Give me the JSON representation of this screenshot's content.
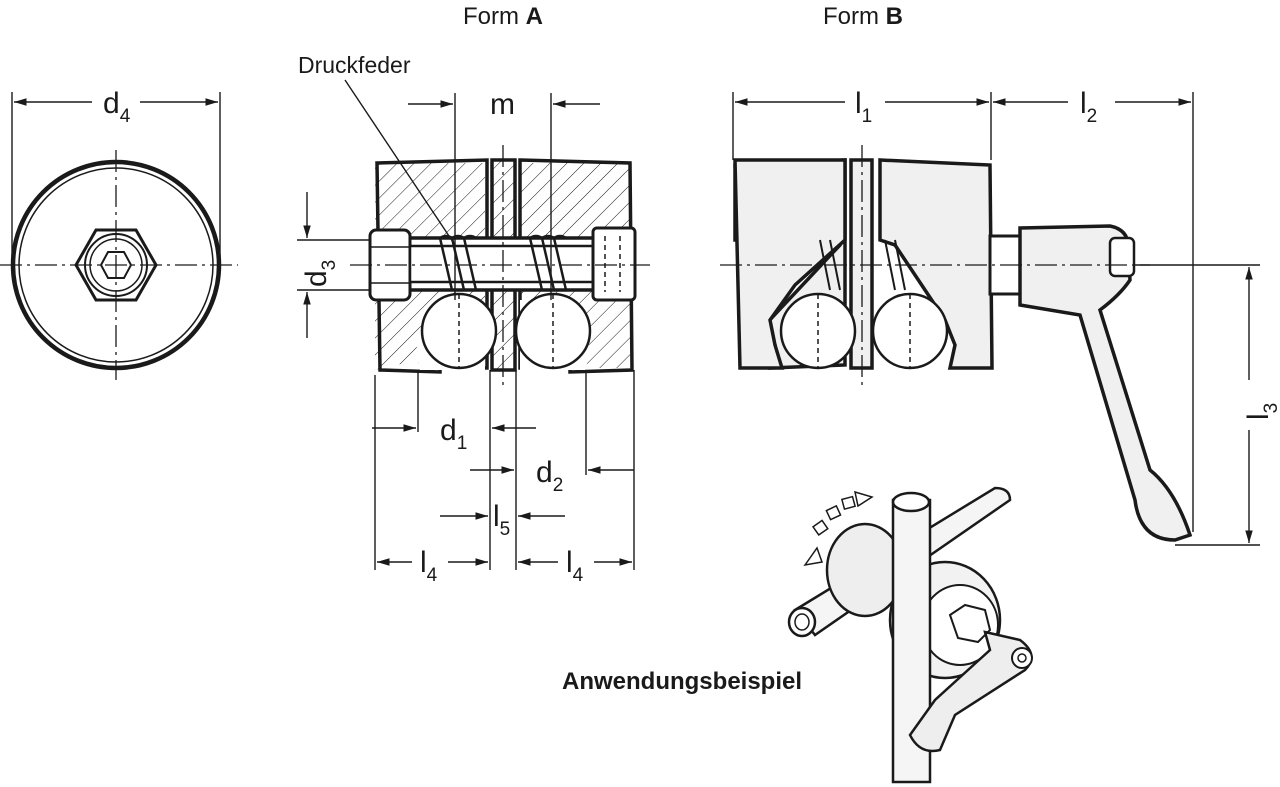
{
  "headings": {
    "form_a_prefix": "Form ",
    "form_a_letter": "A",
    "form_b_prefix": "Form ",
    "form_b_letter": "B"
  },
  "callouts": {
    "spring": "Druckfeder",
    "application": "Anwendungsbeispiel"
  },
  "dimensions": {
    "d4": {
      "main": "d",
      "sub": "4"
    },
    "m": {
      "main": "m"
    },
    "d3": {
      "main": "d",
      "sub": "3"
    },
    "d1": {
      "main": "d",
      "sub": "1"
    },
    "d2": {
      "main": "d",
      "sub": "2"
    },
    "l5": {
      "main": "l",
      "sub": "5"
    },
    "l4_left": {
      "main": "l",
      "sub": "4"
    },
    "l4_right": {
      "main": "l",
      "sub": "4"
    },
    "l1": {
      "main": "l",
      "sub": "1"
    },
    "l2": {
      "main": "l",
      "sub": "2"
    },
    "l3": {
      "main": "l",
      "sub": "3"
    }
  },
  "colors": {
    "line": "#1a1a1a",
    "body_fill": "#f0f0f0",
    "background": "#ffffff"
  }
}
